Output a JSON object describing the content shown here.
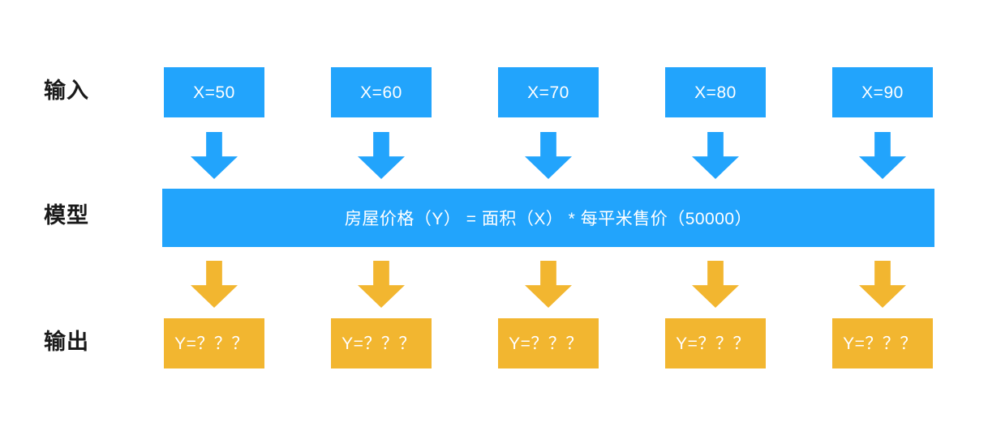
{
  "diagram": {
    "title_rows": {
      "input_label": "输入",
      "model_label": "模型",
      "output_label": "输出"
    },
    "colors": {
      "input_blue": "#22a4fc",
      "model_blue": "#22a4fc",
      "output_orange": "#f2b630",
      "arrow_blue": "#22a4fc",
      "arrow_orange": "#f2b630",
      "background": "#ffffff",
      "label_text": "#1a1a1a",
      "box_text": "#ffffff"
    },
    "inputs": [
      {
        "label": "X=50"
      },
      {
        "label": "X=60"
      },
      {
        "label": "X=70"
      },
      {
        "label": "X=80"
      },
      {
        "label": "X=90"
      }
    ],
    "model": {
      "formula": "房屋价格（Y） = 面积（X） * 每平米售价（50000）"
    },
    "outputs": [
      {
        "label": "Y=？？？"
      },
      {
        "label": "Y=？？？"
      },
      {
        "label": "Y=？？？"
      },
      {
        "label": "Y=？？？"
      },
      {
        "label": "Y=？？？"
      }
    ],
    "arrows": {
      "input_to_model": [
        {
          "icon": "arrow-down-icon"
        },
        {
          "icon": "arrow-down-icon"
        },
        {
          "icon": "arrow-down-icon"
        },
        {
          "icon": "arrow-down-icon"
        },
        {
          "icon": "arrow-down-icon"
        }
      ],
      "model_to_output": [
        {
          "icon": "arrow-down-icon"
        },
        {
          "icon": "arrow-down-icon"
        },
        {
          "icon": "arrow-down-icon"
        },
        {
          "icon": "arrow-down-icon"
        },
        {
          "icon": "arrow-down-icon"
        }
      ]
    },
    "layout": {
      "column_left_positions": [
        202,
        408,
        614,
        820,
        1026
      ]
    }
  }
}
